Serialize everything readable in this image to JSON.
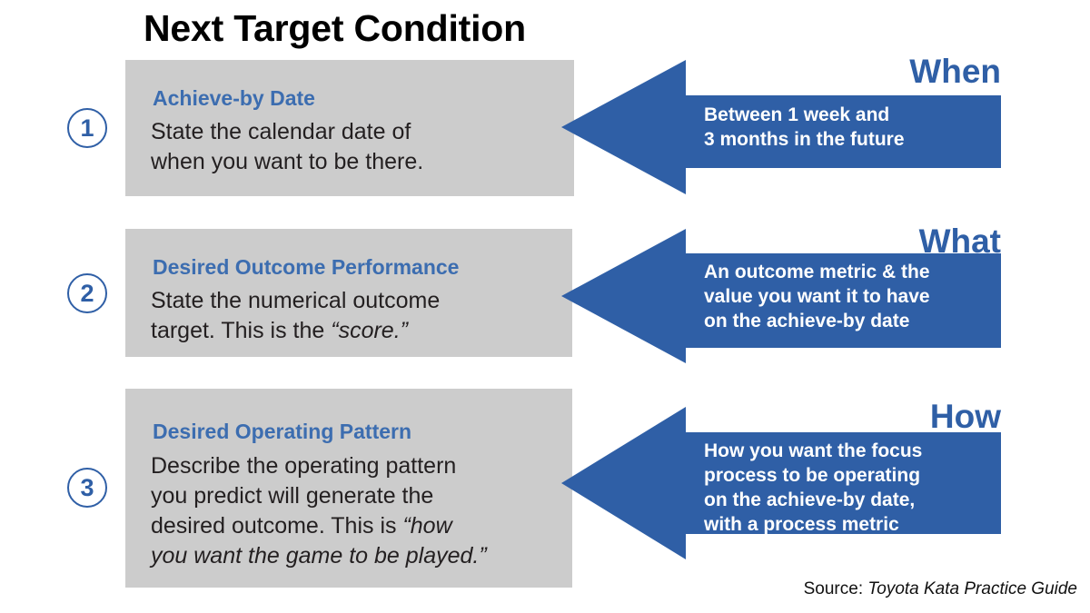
{
  "title": "Next Target Condition",
  "colors": {
    "arrow_blue": "#2f5fa6",
    "heading_blue": "#3c6db0",
    "box_gray": "#cccccc",
    "text_black": "#231f20",
    "banner_text": "#ffffff"
  },
  "steps": [
    {
      "number": "1",
      "heading": "Achieve-by Date",
      "body_lines": [
        "State the calendar date of",
        "when you want to be there."
      ],
      "arrow_label": "When",
      "arrow_lines": [
        "Between 1 week and",
        "3 months in the future"
      ]
    },
    {
      "number": "2",
      "heading": "Desired Outcome Performance",
      "body_lines": [
        "State the numerical outcome",
        "target. This is the “score.”"
      ],
      "body_italic": "“score.”",
      "arrow_label": "What",
      "arrow_lines": [
        "An outcome metric & the",
        "value you want it to have",
        "on the achieve-by date"
      ]
    },
    {
      "number": "3",
      "heading": "Desired Operating Pattern",
      "body_lines": [
        "Describe the operating pattern",
        "you predict will generate the",
        "desired outcome. This is “how",
        "you want the game to be played.”"
      ],
      "body_italic": "“how you want the game to be played.”",
      "arrow_label": "How",
      "arrow_lines": [
        "How you want the focus",
        "process to be operating",
        "on the achieve-by date,",
        "with a process metric"
      ]
    }
  ],
  "source": {
    "prefix": "Source: ",
    "title": "Toyota Kata Practice Guide"
  }
}
